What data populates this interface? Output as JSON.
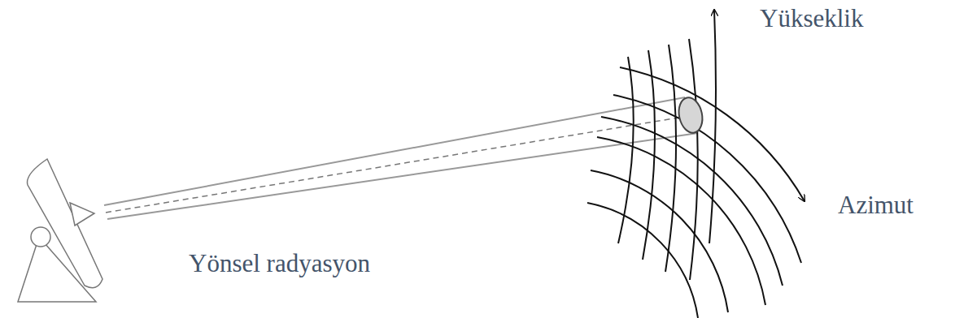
{
  "diagram": {
    "labels": [
      "Yükseklik",
      "Azimut",
      "Yönsel radyasyon"
    ]
  }
}
